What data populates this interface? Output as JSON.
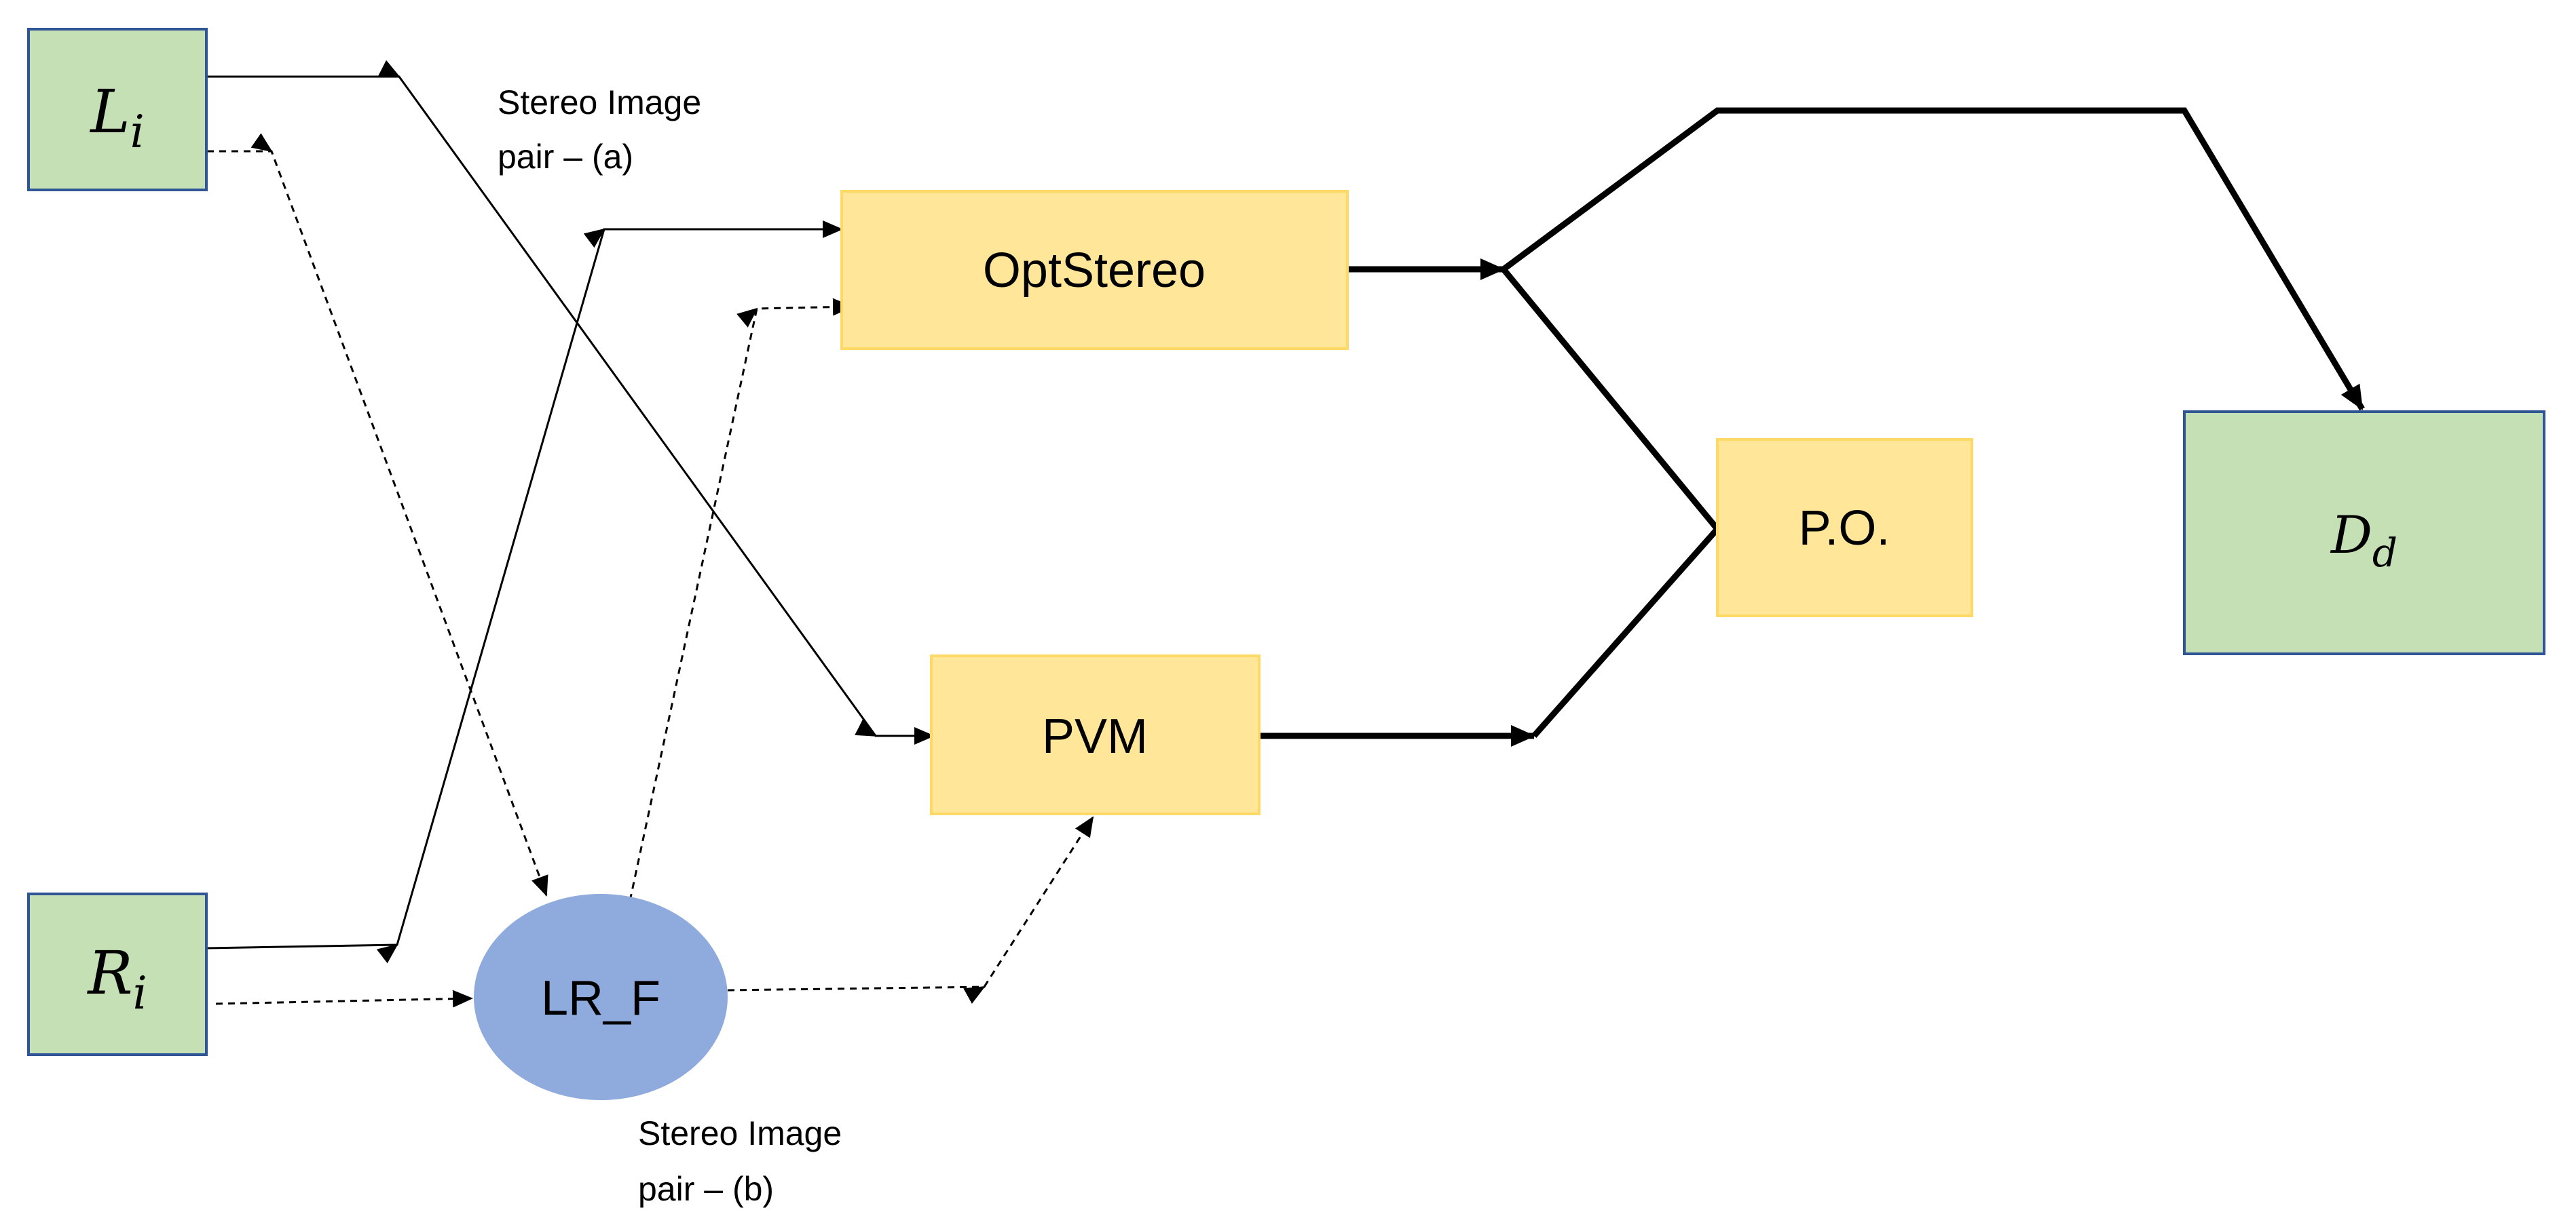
{
  "nodes": {
    "left_image": {
      "base": "L",
      "sub": "i"
    },
    "right_image": {
      "base": "R",
      "sub": "i"
    },
    "lr_f": {
      "label": "LR_F"
    },
    "optstereo": {
      "label": "OptStereo"
    },
    "pvm": {
      "label": "PVM"
    },
    "po": {
      "label": "P.O."
    },
    "disparity": {
      "base": "D",
      "sub": "d"
    }
  },
  "captions": {
    "pair_a": {
      "line1": "Stereo Image",
      "line2": "pair – (a)"
    },
    "pair_b": {
      "line1": "Stereo Image",
      "line2": "pair – (b)"
    }
  },
  "colors": {
    "green_fill": "#C5E0B4",
    "green_stroke": "#2F5597",
    "yellow_fill": "#FFE699",
    "yellow_stroke": "#FFD966",
    "blue_fill": "#8FAADC",
    "line": "#000000"
  }
}
